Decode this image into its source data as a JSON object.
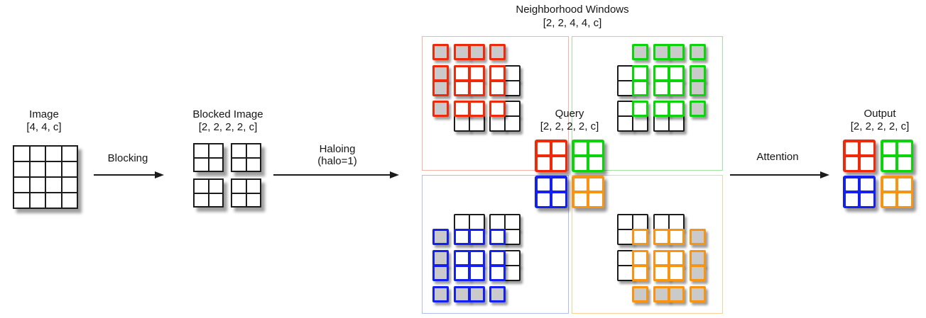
{
  "colors": {
    "red": "#ee2a0a",
    "green": "#0cd30c",
    "blue": "#1420ee",
    "orange": "#f79414",
    "box_red": "#f6b3aa",
    "box_green": "#9fe49f",
    "box_blue": "#aebdf2",
    "box_orange": "#f9cf9d",
    "gray_fill": "#cacaca",
    "line_black": "#1c1c1c"
  },
  "image": {
    "title": "Image",
    "shape": "[4, 4, c]",
    "rows": 4,
    "cols": 4
  },
  "blocking_arrow": {
    "label": "Blocking"
  },
  "blocked": {
    "title": "Blocked Image",
    "shape": "[2, 2, 2, 2, c]",
    "block_rows": 2,
    "block_cols": 2,
    "cells_per_block": 2
  },
  "haloing_arrow": {
    "label": "Haloing",
    "sublabel": "(halo=1)"
  },
  "neighborhood": {
    "title": "Neighborhood Windows",
    "shape": "[2, 2, 4, 4, c]",
    "quadrants": [
      {
        "name": "top-left",
        "color": "red",
        "cols": "A",
        "rows": "A",
        "cells": [
          [
            0,
            0,
            "g",
            "m"
          ],
          [
            1,
            0,
            "g",
            "m"
          ],
          [
            2,
            0,
            "g",
            "m"
          ],
          [
            3,
            0,
            "g",
            "m"
          ],
          [
            0,
            1,
            "g",
            "m"
          ],
          [
            1,
            1,
            "w",
            "m"
          ],
          [
            2,
            1,
            "w",
            "m"
          ],
          [
            3,
            1,
            "w",
            "m"
          ],
          [
            4,
            1,
            "w",
            "k"
          ],
          [
            0,
            2,
            "g",
            "m"
          ],
          [
            1,
            2,
            "w",
            "m"
          ],
          [
            2,
            2,
            "w",
            "m"
          ],
          [
            3,
            2,
            "w",
            "m"
          ],
          [
            4,
            2,
            "w",
            "k"
          ],
          [
            0,
            3,
            "g",
            "m"
          ],
          [
            1,
            3,
            "w",
            "m"
          ],
          [
            2,
            3,
            "w",
            "m"
          ],
          [
            3,
            3,
            "w",
            "m"
          ],
          [
            4,
            3,
            "w",
            "k"
          ],
          [
            1,
            4,
            "w",
            "k"
          ],
          [
            2,
            4,
            "w",
            "k"
          ],
          [
            3,
            4,
            "w",
            "k"
          ],
          [
            4,
            4,
            "w",
            "k"
          ]
        ]
      },
      {
        "name": "top-right",
        "color": "green",
        "cols": "B",
        "rows": "A",
        "cells": [
          [
            1,
            0,
            "g",
            "m"
          ],
          [
            2,
            0,
            "g",
            "m"
          ],
          [
            3,
            0,
            "g",
            "m"
          ],
          [
            4,
            0,
            "g",
            "m"
          ],
          [
            0,
            1,
            "w",
            "k"
          ],
          [
            1,
            1,
            "w",
            "m"
          ],
          [
            2,
            1,
            "w",
            "m"
          ],
          [
            3,
            1,
            "w",
            "m"
          ],
          [
            4,
            1,
            "g",
            "m"
          ],
          [
            0,
            2,
            "w",
            "k"
          ],
          [
            1,
            2,
            "w",
            "m"
          ],
          [
            2,
            2,
            "w",
            "m"
          ],
          [
            3,
            2,
            "w",
            "m"
          ],
          [
            4,
            2,
            "g",
            "m"
          ],
          [
            0,
            3,
            "w",
            "k"
          ],
          [
            1,
            3,
            "w",
            "m"
          ],
          [
            2,
            3,
            "w",
            "m"
          ],
          [
            3,
            3,
            "w",
            "m"
          ],
          [
            4,
            3,
            "g",
            "m"
          ],
          [
            0,
            4,
            "w",
            "k"
          ],
          [
            1,
            4,
            "w",
            "k"
          ],
          [
            2,
            4,
            "w",
            "k"
          ],
          [
            3,
            4,
            "w",
            "k"
          ]
        ]
      },
      {
        "name": "bottom-left",
        "color": "blue",
        "cols": "A",
        "rows": "B",
        "cells": [
          [
            1,
            0,
            "w",
            "k"
          ],
          [
            2,
            0,
            "w",
            "k"
          ],
          [
            3,
            0,
            "w",
            "k"
          ],
          [
            4,
            0,
            "w",
            "k"
          ],
          [
            0,
            1,
            "g",
            "m"
          ],
          [
            1,
            1,
            "w",
            "m"
          ],
          [
            2,
            1,
            "w",
            "m"
          ],
          [
            3,
            1,
            "w",
            "m"
          ],
          [
            4,
            1,
            "w",
            "k"
          ],
          [
            0,
            2,
            "g",
            "m"
          ],
          [
            1,
            2,
            "w",
            "m"
          ],
          [
            2,
            2,
            "w",
            "m"
          ],
          [
            3,
            2,
            "w",
            "m"
          ],
          [
            4,
            2,
            "w",
            "k"
          ],
          [
            0,
            3,
            "g",
            "m"
          ],
          [
            1,
            3,
            "w",
            "m"
          ],
          [
            2,
            3,
            "w",
            "m"
          ],
          [
            3,
            3,
            "w",
            "m"
          ],
          [
            4,
            3,
            "w",
            "k"
          ],
          [
            0,
            4,
            "g",
            "m"
          ],
          [
            1,
            4,
            "g",
            "m"
          ],
          [
            2,
            4,
            "g",
            "m"
          ],
          [
            3,
            4,
            "g",
            "m"
          ]
        ]
      },
      {
        "name": "bottom-right",
        "color": "orange",
        "cols": "B",
        "rows": "B",
        "cells": [
          [
            0,
            0,
            "w",
            "k"
          ],
          [
            1,
            0,
            "w",
            "k"
          ],
          [
            2,
            0,
            "w",
            "k"
          ],
          [
            3,
            0,
            "w",
            "k"
          ],
          [
            0,
            1,
            "w",
            "k"
          ],
          [
            1,
            1,
            "w",
            "m"
          ],
          [
            2,
            1,
            "w",
            "m"
          ],
          [
            3,
            1,
            "w",
            "m"
          ],
          [
            4,
            1,
            "g",
            "m"
          ],
          [
            0,
            2,
            "w",
            "k"
          ],
          [
            1,
            2,
            "w",
            "m"
          ],
          [
            2,
            2,
            "w",
            "m"
          ],
          [
            3,
            2,
            "w",
            "m"
          ],
          [
            4,
            2,
            "g",
            "m"
          ],
          [
            0,
            3,
            "w",
            "k"
          ],
          [
            1,
            3,
            "w",
            "m"
          ],
          [
            2,
            3,
            "w",
            "m"
          ],
          [
            3,
            3,
            "w",
            "m"
          ],
          [
            4,
            3,
            "g",
            "m"
          ],
          [
            1,
            4,
            "g",
            "m"
          ],
          [
            2,
            4,
            "g",
            "m"
          ],
          [
            3,
            4,
            "g",
            "m"
          ],
          [
            4,
            4,
            "g",
            "m"
          ]
        ]
      }
    ]
  },
  "query": {
    "title": "Query",
    "shape": "[2, 2, 2, 2, c]",
    "blocks": [
      "red",
      "green",
      "blue",
      "orange"
    ]
  },
  "attention_arrow": {
    "label": "Attention"
  },
  "output": {
    "title": "Output",
    "shape": "[2, 2, 2, 2, c]",
    "blocks": [
      "red",
      "green",
      "blue",
      "orange"
    ]
  }
}
